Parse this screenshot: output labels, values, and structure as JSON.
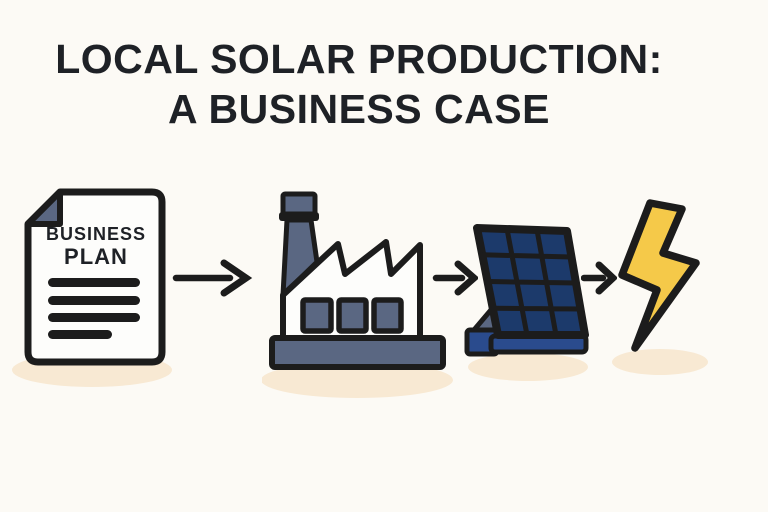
{
  "title": {
    "line1": "LOCAL SOLAR PRODUCTION:",
    "line2": "A BUSINESS CASE"
  },
  "flow": {
    "document": {
      "line1": "BUSINESS",
      "line2": "PLAN"
    },
    "icons": [
      "business-plan-document",
      "factory",
      "solar-panel",
      "lightning-bolt"
    ],
    "arrow_count": 3
  },
  "colors": {
    "background": "#FCFAF5",
    "ink": "#1E2126",
    "outline": "#1C1C1C",
    "slate": "#5A6782",
    "navy": "#1C3A6B",
    "blue": "#2A4B8D",
    "yellow": "#F5C949",
    "shadow": "#F8E9D3",
    "paper": "#FDFDFB"
  }
}
